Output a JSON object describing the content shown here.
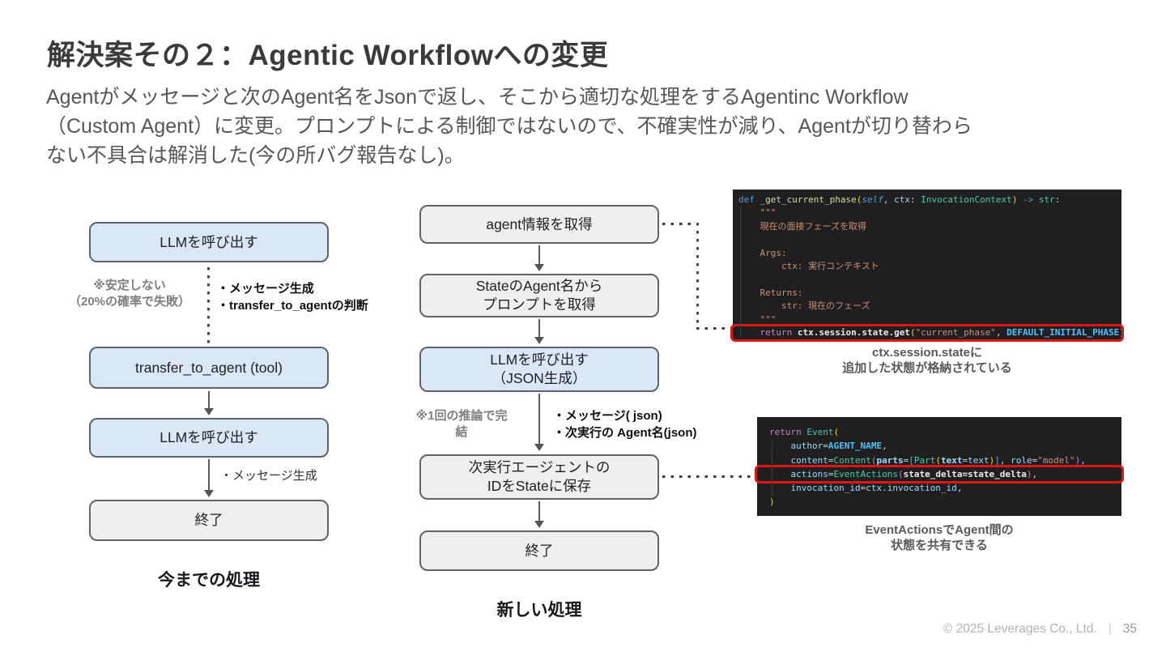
{
  "header": {
    "title": "解決案その２：Agentic Workflowへの変更",
    "body_lines": [
      "Agentがメッセージと次のAgent名をJsonで返し、そこから適切な処理をするAgentinc Workflow",
      "（Custom Agent）に変更。プロンプトによる制御ではないので、不確実性が減り、Agentが切り替わら",
      "ない不具合は解消した(今の所バグ報告なし)。"
    ]
  },
  "old_flow": {
    "caption": "今までの処理",
    "box1": "LLMを呼び出す",
    "box2": "transfer_to_agent (tool)",
    "box3": "LLMを呼び出す",
    "box4": "終了",
    "note_left": "※安定しない\n（20%の確率で失敗）",
    "note_right": "・メッセージ生成\n・transfer_to_agentの判断",
    "note_msg": "・メッセージ生成"
  },
  "new_flow": {
    "caption": "新しい処理",
    "box1": "agent情報を取得",
    "box2": "StateのAgent名から\nプロンプトを取得",
    "box3": "LLMを呼び出す\n（JSON生成）",
    "box4": "次実行エージェントの\nIDをStateに保存",
    "box5": "終了",
    "note_left": "※1回の推論で完\n結",
    "note_right": "・メッセージ( json)\n・次実行の Agent名(json)"
  },
  "code1": {
    "caption": "ctx.session.stateに\n追加した状態が格納されている",
    "highlight_line": 11,
    "lines": [
      [
        [
          "kw",
          "def "
        ],
        [
          "fn",
          "_get_current_phase"
        ],
        [
          "b1",
          "("
        ],
        [
          "self",
          "self"
        ],
        [
          "plain",
          ", "
        ],
        [
          "param",
          "ctx"
        ],
        [
          "plain",
          ": "
        ],
        [
          "cls",
          "InvocationContext"
        ],
        [
          "b1",
          ")"
        ],
        [
          "kw",
          " -> "
        ],
        [
          "cls",
          "str"
        ],
        [
          "plain",
          ":"
        ]
      ],
      [
        [
          "str",
          "    \"\"\""
        ]
      ],
      [
        [
          "str",
          "    現在の面接フェーズを取得"
        ]
      ],
      [
        [
          "plain",
          ""
        ]
      ],
      [
        [
          "str",
          "    Args:"
        ]
      ],
      [
        [
          "str",
          "        ctx: 実行コンテキスト"
        ]
      ],
      [
        [
          "plain",
          ""
        ]
      ],
      [
        [
          "str",
          "    Returns:"
        ]
      ],
      [
        [
          "str",
          "        str: 現在のフェーズ"
        ]
      ],
      [
        [
          "str",
          "    \"\"\""
        ]
      ],
      [
        [
          "ctrl",
          "    return "
        ],
        [
          "meth",
          "ctx.session.state.get"
        ],
        [
          "b1",
          "("
        ],
        [
          "str",
          "\"current_phase\""
        ],
        [
          "plain",
          ", "
        ],
        [
          "const",
          "DEFAULT_INITIAL_PHASE"
        ],
        [
          "b1",
          ")"
        ]
      ]
    ]
  },
  "code2": {
    "caption": "EventActionsでAgent間の\n状態を共有できる",
    "highlight_line": 4,
    "lines": [
      [
        [
          "ctrl",
          "return "
        ],
        [
          "cls",
          "Event"
        ],
        [
          "b1",
          "("
        ]
      ],
      [
        [
          "param",
          "    author"
        ],
        [
          "plain",
          "="
        ],
        [
          "const",
          "AGENT_NAME"
        ],
        [
          "plain",
          ","
        ]
      ],
      [
        [
          "param",
          "    content"
        ],
        [
          "plain",
          "="
        ],
        [
          "cls",
          "Content"
        ],
        [
          "b2",
          "("
        ],
        [
          "paramb",
          "parts"
        ],
        [
          "plain",
          "="
        ],
        [
          "b3",
          "["
        ],
        [
          "cls",
          "Part"
        ],
        [
          "b1",
          "("
        ],
        [
          "paramb",
          "text"
        ],
        [
          "plain",
          "="
        ],
        [
          "param",
          "text"
        ],
        [
          "b1",
          ")"
        ],
        [
          "b3",
          "]"
        ],
        [
          "plain",
          ", "
        ],
        [
          "param",
          "role"
        ],
        [
          "plain",
          "="
        ],
        [
          "str",
          "\"model\""
        ],
        [
          "b2",
          ")"
        ],
        [
          "plain",
          ","
        ]
      ],
      [
        [
          "param",
          "    actions"
        ],
        [
          "plain",
          "="
        ],
        [
          "cls",
          "EventActions"
        ],
        [
          "b2",
          "("
        ],
        [
          "meth",
          "state_delta=state_delta"
        ],
        [
          "b2",
          ")"
        ],
        [
          "plain",
          ","
        ]
      ],
      [
        [
          "param",
          "    invocation_id"
        ],
        [
          "plain",
          "="
        ],
        [
          "param",
          "ctx.invocation_id"
        ],
        [
          "plain",
          ","
        ]
      ],
      [
        [
          "b1",
          ")"
        ]
      ]
    ]
  },
  "footer": {
    "copyright": "© 2025 Leverages Co., Ltd.",
    "separator": "|",
    "page": "35"
  },
  "colors": {
    "box-blue": "#D9E7F6",
    "box-gray": "#EFEFEF",
    "code-bg": "#1F1F1F",
    "highlight-red": "#E01414",
    "note-gray": "#7F7F7F",
    "caption-gray": "#595959",
    "footer-gray": "#B3B3B3"
  }
}
